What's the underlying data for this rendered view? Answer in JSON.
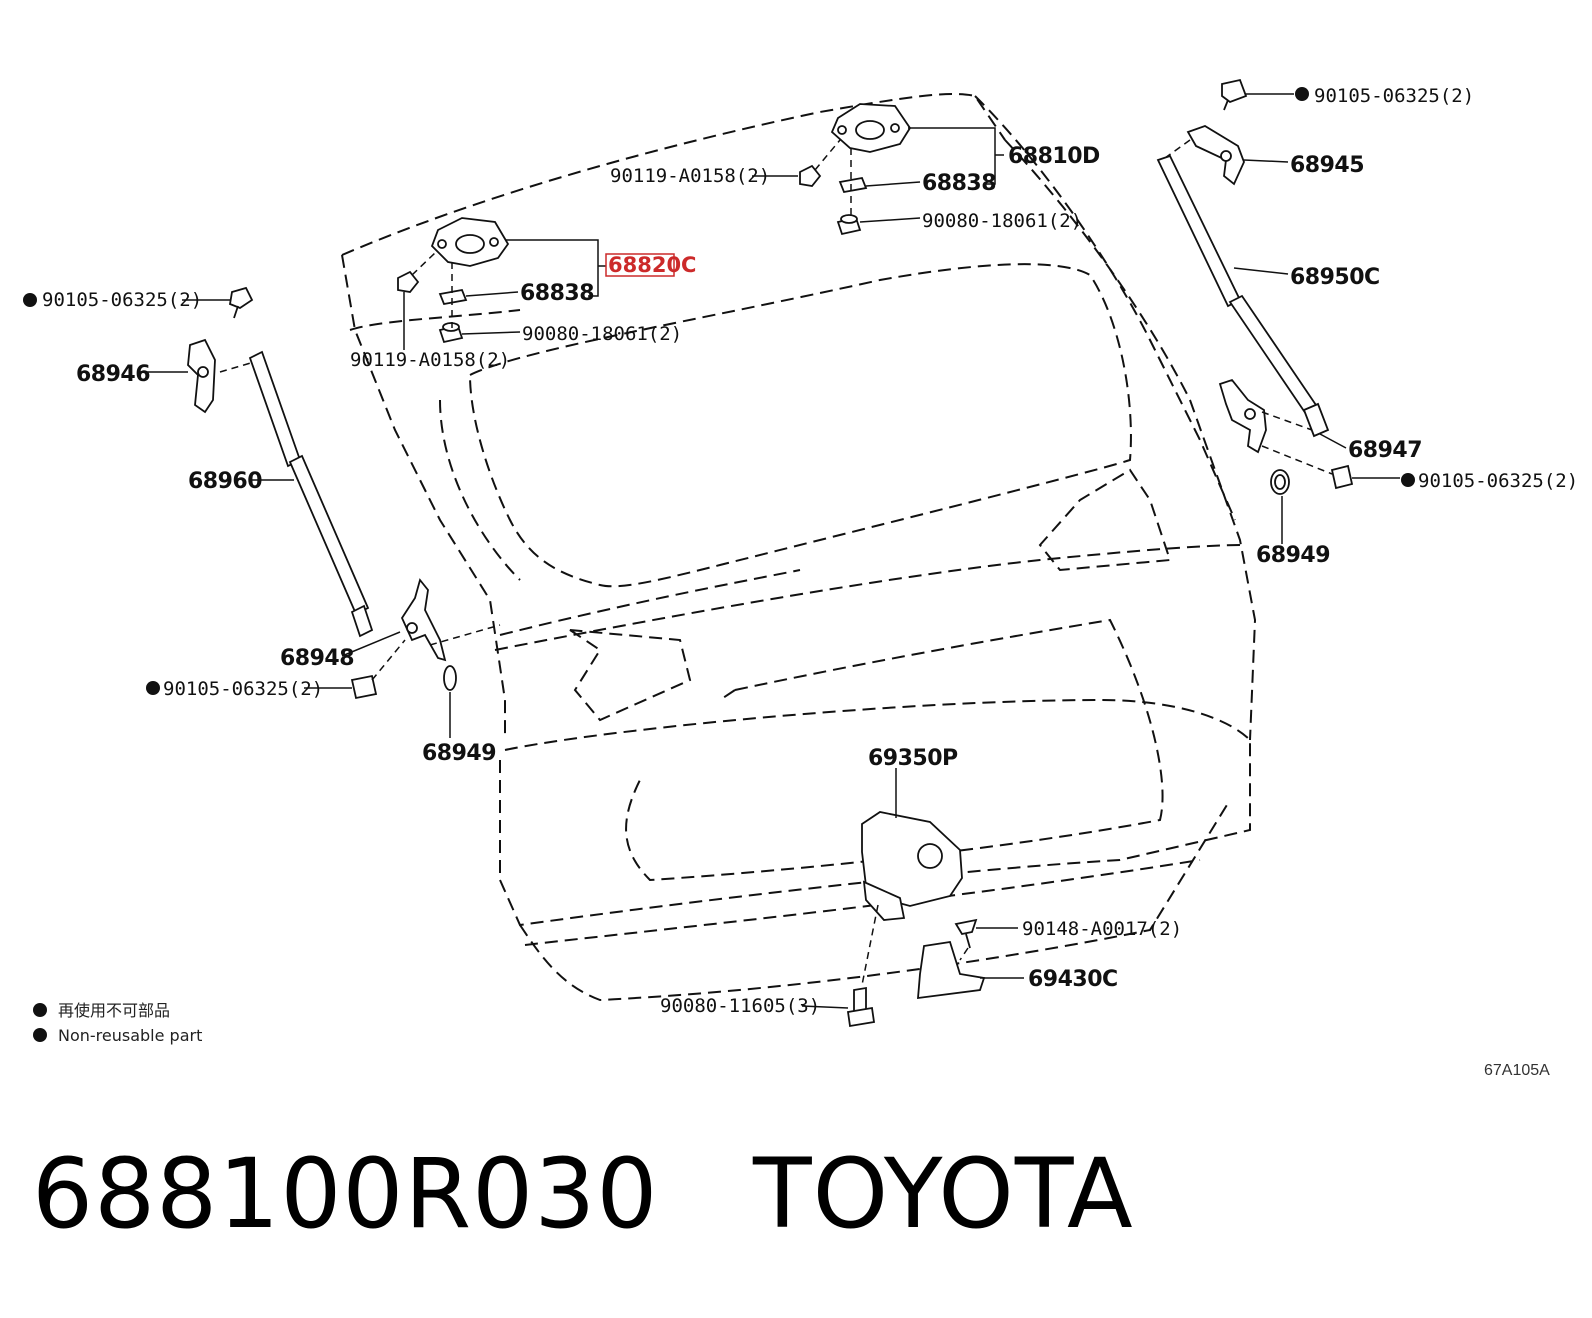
{
  "labels": {
    "p68810D": "68810D",
    "p68838_top": "68838",
    "p90119_top": "90119-A0158(2)",
    "p90080_top": "90080-18061(2)",
    "p68820C": "68820C",
    "p68838_left": "68838",
    "p90080_left": "90080-18061(2)",
    "p90119_left": "90119-A0158(2)",
    "p90105_topright": "90105-06325(2)",
    "p68945": "68945",
    "p68950C": "68950C",
    "p68947": "68947",
    "p90105_right": "90105-06325(2)",
    "p68949_right": "68949",
    "p90105_left": "90105-06325(2)",
    "p68946": "68946",
    "p68960": "68960",
    "p68948": "68948",
    "p90105_bottomleft": "90105-06325(2)",
    "p68949_left": "68949",
    "p69350P": "69350P",
    "p90148": "90148-A0017(2)",
    "p69430C": "69430C",
    "p90080_bottom": "90080-11605(3)"
  },
  "legend": {
    "line1": "再使用不可部品",
    "line2": "Non-reusable part"
  },
  "diagram_code": "67A105A",
  "footer": {
    "part_number": "688100R030",
    "brand": "TOYOTA"
  },
  "colors": {
    "highlight": "#cc2a2a",
    "ink": "#111111"
  }
}
